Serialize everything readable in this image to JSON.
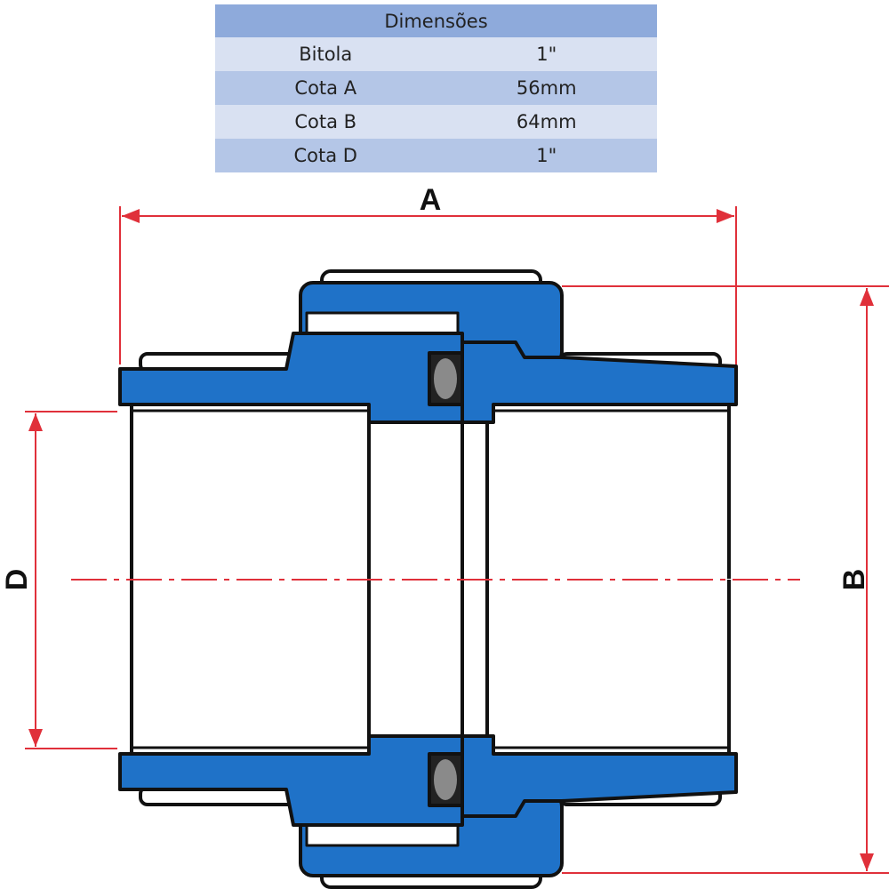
{
  "table": {
    "title": "Dimensões",
    "rows": [
      {
        "label": "Bitola",
        "value": "1\""
      },
      {
        "label": "Cota A",
        "value": "56mm"
      },
      {
        "label": "Cota B",
        "value": "64mm"
      },
      {
        "label": "Cota D",
        "value": "1\""
      }
    ]
  },
  "drawing": {
    "label_a": "A",
    "label_b": "B",
    "label_d": "D",
    "colors": {
      "body": "#1f72c8",
      "dimension": "#e0303a",
      "oring": "#8a8a8a",
      "outline": "#111111"
    }
  }
}
